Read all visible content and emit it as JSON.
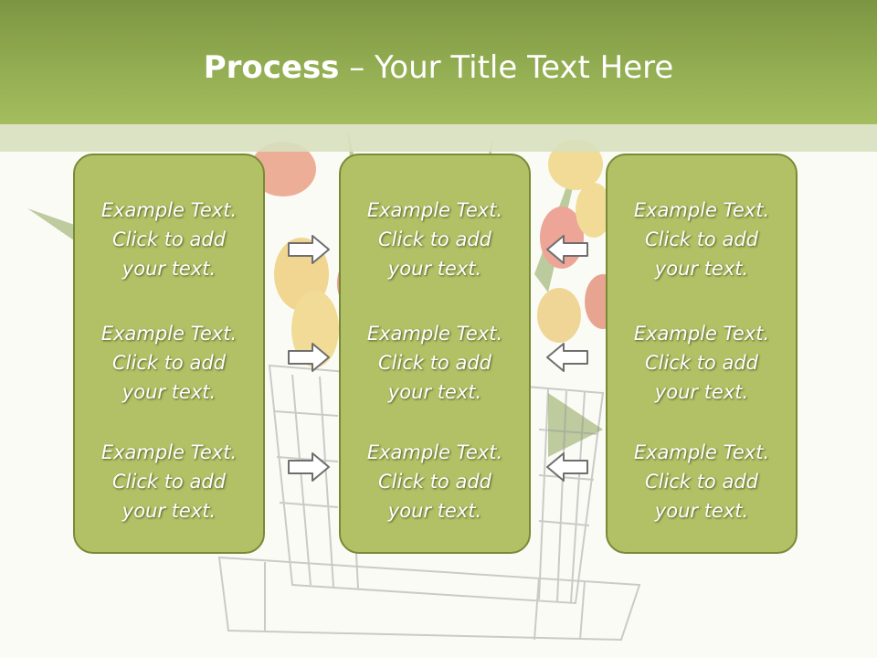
{
  "slide": {
    "title_bold": "Process",
    "title_rest": " – Your Title Text Here"
  },
  "columns": [
    {
      "items": [
        {
          "line1": "Example Text.",
          "line2": "Click  to add",
          "line3": "your text."
        },
        {
          "line1": "Example Text.",
          "line2": "Click  to add",
          "line3": "your text."
        },
        {
          "line1": "Example Text.",
          "line2": "Click  to add",
          "line3": "your text."
        }
      ]
    },
    {
      "items": [
        {
          "line1": "Example Text.",
          "line2": "Click  to add",
          "line3": "your text."
        },
        {
          "line1": "Example Text.",
          "line2": "Click  to add",
          "line3": "your text."
        },
        {
          "line1": "Example Text.",
          "line2": "Click  to add",
          "line3": "your text."
        }
      ]
    },
    {
      "items": [
        {
          "line1": "Example Text.",
          "line2": "Click  to add",
          "line3": "your text."
        },
        {
          "line1": "Example Text.",
          "line2": "Click  to add",
          "line3": "your text."
        },
        {
          "line1": "Example Text.",
          "line2": "Click  to add",
          "line3": "your text."
        }
      ]
    }
  ],
  "arrows": {
    "left_group": [
      "arrow-right-icon",
      "arrow-right-icon",
      "arrow-right-icon"
    ],
    "right_group": [
      "arrow-left-icon",
      "arrow-left-icon",
      "arrow-left-icon"
    ]
  },
  "colors": {
    "header": "#93ad52",
    "panel": "#b2c165",
    "panel_border": "#788a36",
    "text": "#ffffff"
  }
}
